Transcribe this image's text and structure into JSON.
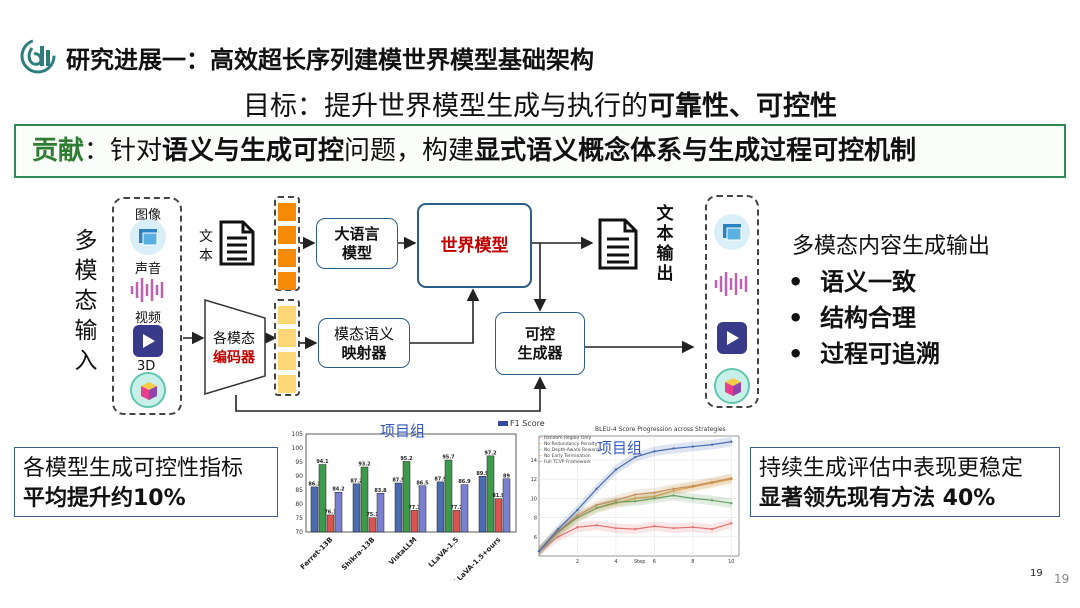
{
  "header": {
    "title": "研究进展一：高效超长序列建模世界模型基础架构"
  },
  "goal": {
    "prefix": "目标：提升世界模型生成与执行的",
    "emph": "可靠性、可控性"
  },
  "contribution": {
    "p1": "贡献",
    "p2": "：针对",
    "p3": "语义与生成可控",
    "p4": "问题，构建",
    "p5": "显式语义概念体系与生成过程可控机制"
  },
  "diagram": {
    "input_label_chars": [
      "多",
      "模",
      "态",
      "输",
      "入"
    ],
    "modalities": [
      "图像",
      "声音",
      "视频",
      "3D"
    ],
    "text_label": "文本",
    "encoder": [
      "各模态",
      "编码器"
    ],
    "llm": [
      "大语言",
      "模型"
    ],
    "world_model": "世界模型",
    "mapper": [
      "模态语义",
      "映射器"
    ],
    "generator": [
      "可控",
      "生成器"
    ],
    "text_output_chars": [
      "文",
      "本",
      "输",
      "出"
    ]
  },
  "outputs": {
    "title": "多模态内容生成输出",
    "items": [
      "语义一致",
      "结构合理",
      "过程可追溯"
    ]
  },
  "left_summary": {
    "line1": "各模型生成可控性指标",
    "line2": "平均提升约10%"
  },
  "right_summary": {
    "line1": "持续生成评估中表现更稳定",
    "line2": "显著领先现有方法 40%"
  },
  "bar_chart_label": "项目组",
  "line_chart_label": "项目组",
  "line_chart_title": "BLEU-4 Score Progression across Strategies",
  "line_chart_xlabel": "Step",
  "line_chart_legend": [
    "Random Region Only",
    "No Redundancy Penalty",
    "No Depth-Aware Reward",
    "No Early Termination",
    "Full TCVP Framework"
  ],
  "bar_legend": "F1 Score",
  "page_num_small": "19",
  "page_num": "19",
  "chart_data": [
    {
      "type": "bar",
      "categories": [
        "Ferret-13B",
        "Shikra-13B",
        "VistaLLM",
        "LLaVA-1.5",
        "LLaVA-1.5+ours"
      ],
      "series": [
        {
          "values": [
            86.1,
            87.2,
            87.5,
            87.9,
            89.9
          ]
        },
        {
          "values": [
            94.1,
            93.2,
            95.2,
            95.7,
            97.2
          ]
        },
        {
          "values": [
            76.1,
            75.1,
            77.7,
            77.7,
            81.9
          ]
        },
        {
          "values": [
            84.2,
            83.8,
            86.5,
            86.9,
            89.0
          ]
        }
      ],
      "ylim": [
        70,
        105
      ],
      "yticks": [
        70,
        75,
        80,
        85,
        90,
        95,
        100,
        105
      ],
      "grid": false
    },
    {
      "type": "line",
      "x": [
        0,
        1,
        2,
        3,
        4,
        5,
        6,
        7,
        8,
        9,
        10
      ],
      "series": [
        {
          "values": [
            4.5,
            6.0,
            7.0,
            7.2,
            6.9,
            6.8,
            7.1,
            6.9,
            7.0,
            6.8,
            7.4
          ],
          "color": "#e57373"
        },
        {
          "values": [
            4.5,
            6.5,
            8.0,
            9.0,
            9.5,
            10.0,
            10.2,
            10.8,
            11.2,
            11.6,
            12.0
          ],
          "color": "#e0a040"
        },
        {
          "values": [
            4.5,
            6.5,
            8.0,
            9.0,
            9.6,
            9.7,
            10.0,
            10.3,
            10.0,
            9.8,
            9.5
          ],
          "color": "#66a066"
        },
        {
          "values": [
            4.5,
            6.6,
            8.2,
            9.3,
            9.8,
            10.4,
            10.6,
            11.0,
            11.3,
            11.7,
            12.1
          ],
          "color": "#c09060"
        },
        {
          "values": [
            4.5,
            6.8,
            8.8,
            11.0,
            13.0,
            14.3,
            14.9,
            15.2,
            15.4,
            15.6,
            15.9
          ],
          "color": "#4a6cb0"
        }
      ],
      "xticks": [
        2,
        4,
        6,
        8,
        10
      ],
      "yticks": [
        6,
        8,
        10,
        12,
        14
      ],
      "xlim": [
        0,
        10.4
      ],
      "ylim": [
        4,
        16.5
      ],
      "grid": true
    }
  ]
}
